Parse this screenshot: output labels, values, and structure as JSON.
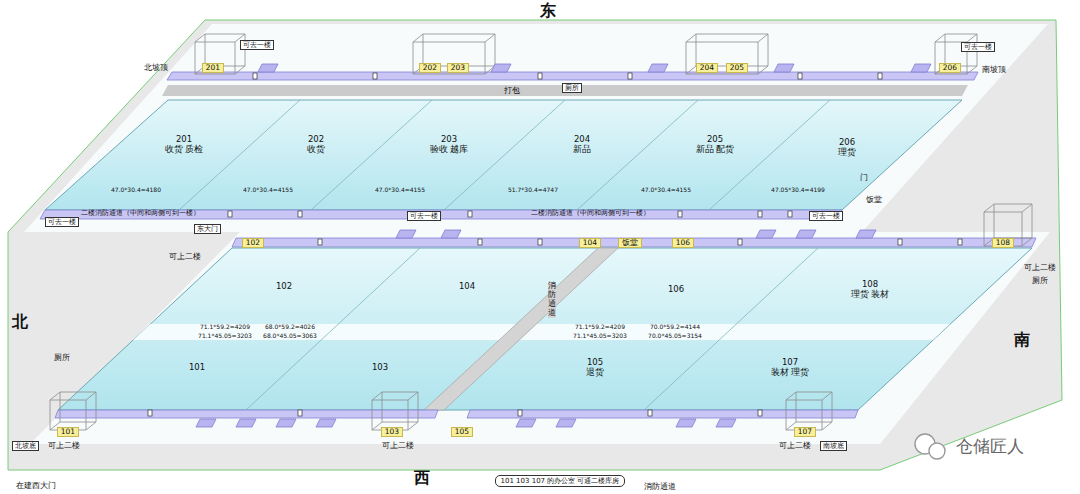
{
  "diagram": {
    "nodes": [
      {
        "text": [
          "201",
          "收货 质检"
        ]
      },
      {
        "text": [
          "202",
          "收货"
        ]
      },
      {
        "text": [
          "203",
          "验收 越库"
        ]
      },
      {
        "text": [
          "204",
          "新品"
        ]
      },
      {
        "text": [
          "205",
          "新品 配货"
        ]
      },
      {
        "text": [
          "206",
          "理货"
        ]
      },
      {
        "text": [
          "101"
        ]
      },
      {
        "text": [
          "102"
        ]
      },
      {
        "text": [
          "103"
        ]
      },
      {
        "text": [
          "104"
        ]
      },
      {
        "text": [
          "105",
          "退货"
        ]
      },
      {
        "text": [
          "106"
        ]
      },
      {
        "text": [
          "107",
          "装材 理货"
        ]
      },
      {
        "text": [
          "108",
          "理货 装材"
        ]
      },
      {
        "text": [
          "201"
        ]
      },
      {
        "text": [
          "202"
        ]
      },
      {
        "text": [
          "203"
        ]
      },
      {
        "text": [
          "204"
        ]
      },
      {
        "text": [
          "205"
        ]
      },
      {
        "text": [
          "206"
        ]
      },
      {
        "text": [
          "102"
        ]
      },
      {
        "text": [
          "104"
        ]
      },
      {
        "text": [
          "饭堂"
        ]
      },
      {
        "text": [
          "106"
        ]
      },
      {
        "text": [
          "108"
        ]
      },
      {
        "text": [
          "101"
        ]
      },
      {
        "text": [
          "103"
        ]
      },
      {
        "text": [
          "105"
        ]
      },
      {
        "text": [
          "107"
        ]
      },
      {
        "text": [
          "可去一楼"
        ]
      },
      {
        "text": [
          "可去一楼"
        ]
      },
      {
        "text": [
          "厕所"
        ]
      },
      {
        "text": [
          "可去一楼"
        ]
      },
      {
        "text": [
          "可去一楼"
        ]
      },
      {
        "text": [
          "可去一楼"
        ]
      },
      {
        "text": [
          "东大门"
        ]
      },
      {
        "text": [
          "北坡底"
        ]
      },
      {
        "text": [
          "南坡底"
        ]
      },
      {
        "text": [
          "101 103 107 的办公室 可通二楼库房"
        ]
      }
    ],
    "labels": [
      "东",
      "北",
      "南",
      "西",
      "北坡顶",
      "南坡顶",
      "打包",
      "二楼消防通道（中间和两侧可到一楼）",
      "二楼消防通道（中间和两侧可到一楼）",
      "门",
      "饭堂",
      "可上二楼",
      "可上二楼",
      "厕所",
      "厕所",
      "消防通道",
      "可上二楼",
      "可上二楼",
      "可上二楼",
      "在建西大门",
      "消防通道",
      "仓储匠人",
      "47.0*30.4=4180",
      "47.0*30.4=4155",
      "47.0*30.4=4155",
      "51.7*30.4=4747",
      "47.0*30.4=4155",
      "47.05*30.4=4199",
      "71.1*59.2=4209",
      "71.1*45.05=3203",
      "68.0*59.2=4026",
      "68.0*45.05=3063",
      "71.1*59.2=4209",
      "71.1*45.05=3203",
      "70.0*59.2=4144",
      "70.0*45.05=3154"
    ]
  }
}
